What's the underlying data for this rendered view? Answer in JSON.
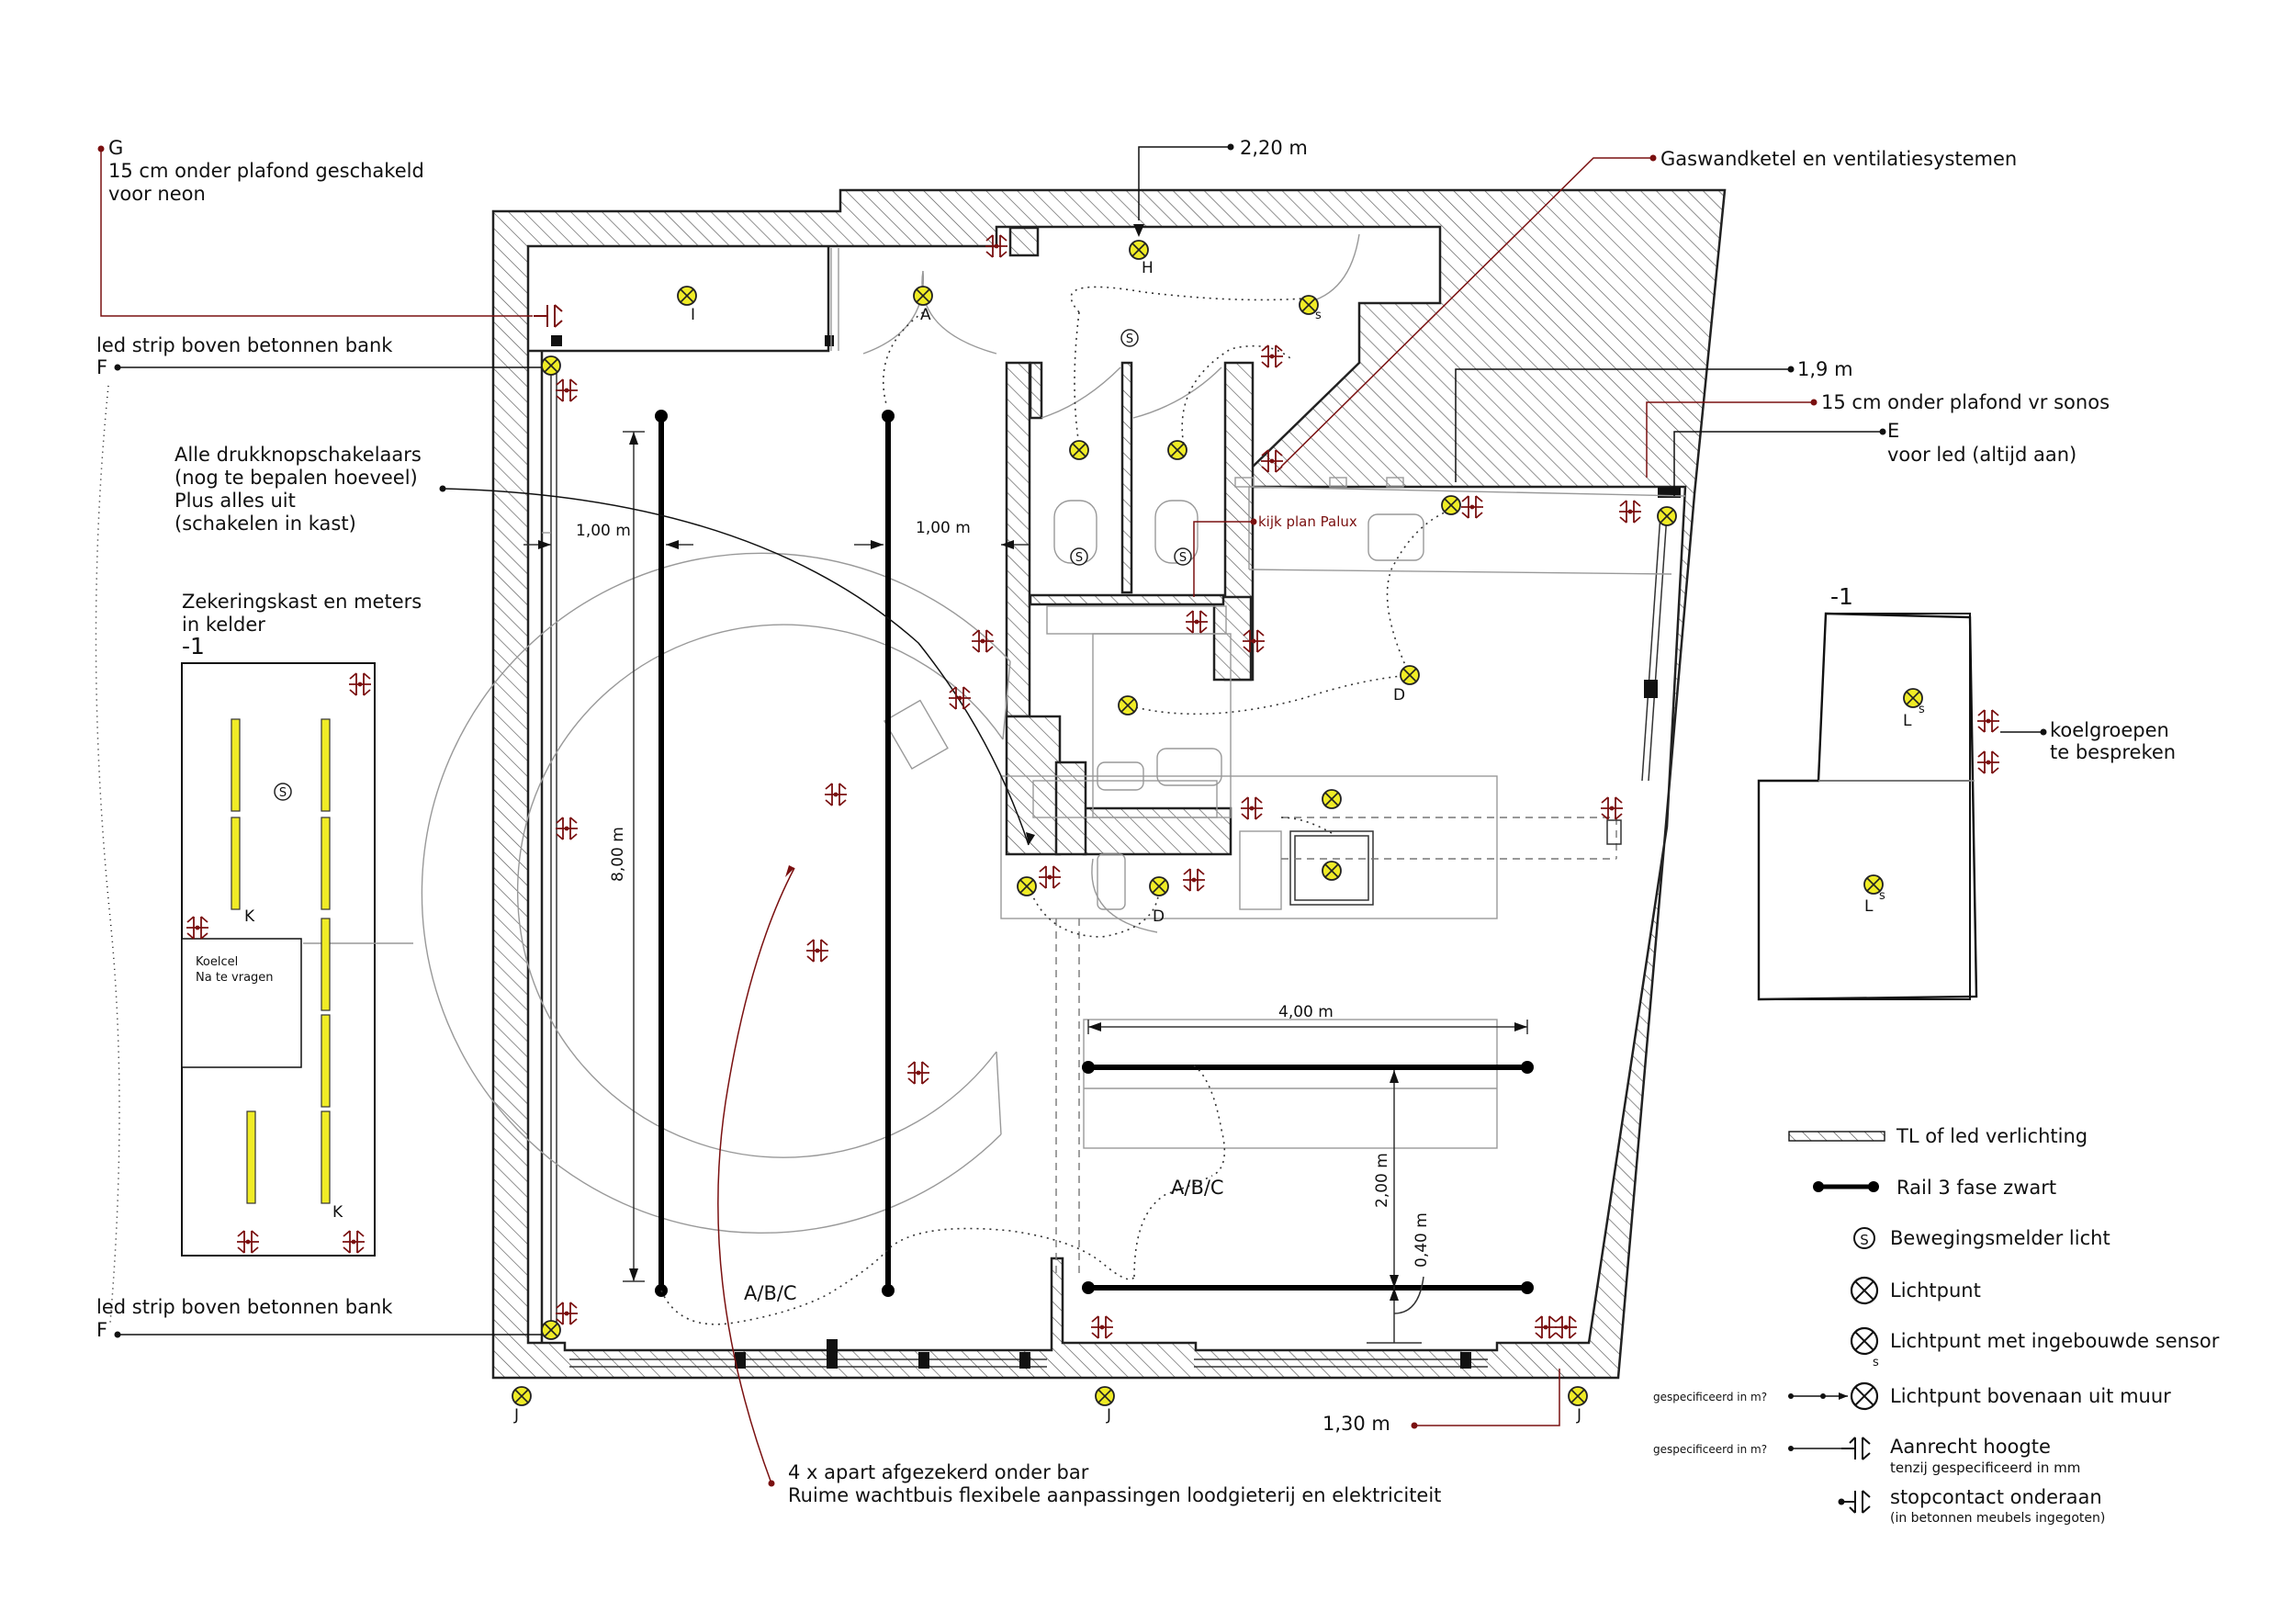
{
  "labels": {
    "g_letter": "G",
    "g_line1": "15 cm onder plafond geschakeld",
    "g_line2": "voor neon",
    "f_top_text": "led strip boven betonnen bank",
    "f_top_letter": "F",
    "push_line1": "Alle drukknopschakelaars",
    "push_line2": "(nog te bepalen hoeveel)",
    "push_line3": "Plus alles uit",
    "push_line4": "(schakelen in kast)",
    "fuse_line1": "Zekeringskast en meters",
    "fuse_line2": "in kelder",
    "fuse_level": "-1",
    "koelcel_line1": "Koelcel",
    "koelcel_line2": "Na te vragen",
    "f_bottom_text": "led strip boven betonnen bank",
    "f_bottom_letter": "F",
    "height_220": "2,20 m",
    "gas": "Gaswandketel en ventilatiesystemen",
    "height_19": "1,9 m",
    "sonos": "15 cm onder plafond vr sonos",
    "e_letter": "E",
    "e_text": "voor led (altijd aan)",
    "kijk_plan": "kijk plan Palux",
    "right_level": "-1",
    "koel_line1": "koelgroepen",
    "koel_line2": "te bespreken",
    "bar_line1": "4 x apart afgezekerd onder bar",
    "bar_line2": "Ruime wachtbuis flexibele aanpassingen loodgieterij en elektriciteit",
    "height_130": "1,30 m"
  },
  "dimensions": {
    "d100_left": "1,00 m",
    "d100_right": "1,00 m",
    "d800": "8,00 m",
    "d400": "4,00 m",
    "d200": "2,00 m",
    "d040": "0,40 m"
  },
  "letters": {
    "I": "I",
    "A": "A",
    "H": "H",
    "D1": "D",
    "D2": "D",
    "J1": "J",
    "J2": "J",
    "J3": "J",
    "K1": "K",
    "K2": "K",
    "L1": "L",
    "L2": "L",
    "ABC1": "A/B/C",
    "ABC2": "A/B/C",
    "S": "S",
    "s_sub": "s"
  },
  "legend": {
    "tl": "TL of led verlichting",
    "rail": "Rail 3 fase zwart",
    "motion": "Bewegingsmelder licht",
    "light": "Lichtpunt",
    "light_sensor": "Lichtpunt met ingebouwde sensor",
    "wall_light": "Lichtpunt bovenaan uit muur",
    "counter": "Aanrecht hoogte",
    "counter_sub": "tenzij gespecificeerd in mm",
    "socket": "stopcontact onderaan",
    "socket_sub": "(in betonnen meubels ingegoten)",
    "spec1": "gespecificeerd in m?",
    "spec2": "gespecificeerd in m?"
  },
  "colors": {
    "light_fill": "#f0ec26",
    "socket": "#7a1010",
    "leader_red": "#7a1010",
    "wall": "#222222"
  },
  "icons": [
    "light-point-icon",
    "socket-icon",
    "motion-sensor-icon",
    "wall-switch-icon"
  ]
}
